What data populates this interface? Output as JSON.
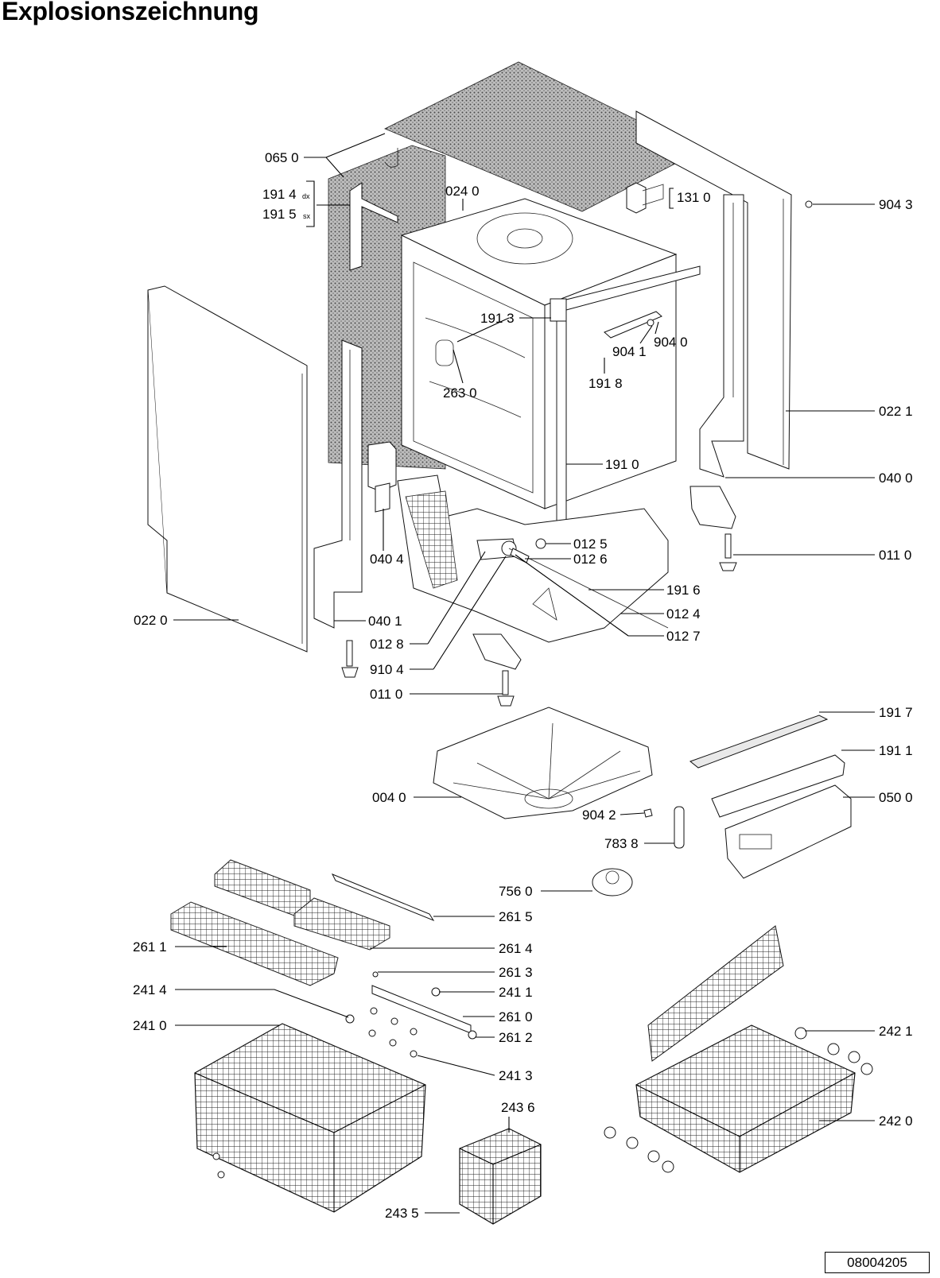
{
  "title": "Explosionszeichnung",
  "drawing_code": "08004205",
  "labels": {
    "l0650": "065 0",
    "l1914": "191 4",
    "l1914_sub": "dx",
    "l1915": "191 5",
    "l1915_sub": "sx",
    "l0240": "024 0",
    "l1310": "131 0",
    "l9043": "904 3",
    "l1913": "191 3",
    "l9041": "904 1",
    "l9040": "904 0",
    "l2630": "263 0",
    "l1918": "191 8",
    "l0221": "022 1",
    "l1910": "191 0",
    "l0400": "040 0",
    "l0125": "012 5",
    "l0404": "040 4",
    "l0126": "012 6",
    "l0110a": "011 0",
    "l1916": "191 6",
    "l0124": "012 4",
    "l0220": "022 0",
    "l0401": "040 1",
    "l0127": "012 7",
    "l0128": "012 8",
    "l9104": "910 4",
    "l0110b": "011 0",
    "l1917": "191 7",
    "l1911": "191 1",
    "l0040": "004 0",
    "l9042": "904 2",
    "l0500": "050 0",
    "l7838": "783 8",
    "l7560": "756 0",
    "l2615": "261 5",
    "l2611": "261 1",
    "l2614": "261 4",
    "l2613": "261 3",
    "l2414": "241 4",
    "l2411": "241 1",
    "l2610": "261 0",
    "l2410": "241 0",
    "l2612": "261 2",
    "l2421": "242 1",
    "l2413": "241 3",
    "l2436": "243 6",
    "l2420": "242 0",
    "l2435": "243 5"
  }
}
